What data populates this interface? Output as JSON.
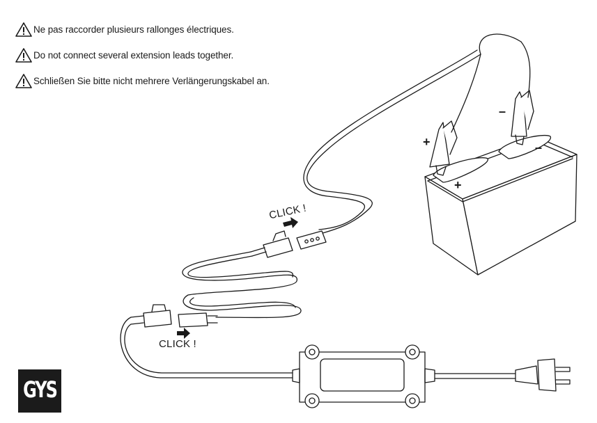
{
  "warnings": [
    {
      "icon": "warning-triangle-icon",
      "text": "Ne pas raccorder plusieurs rallonges électriques."
    },
    {
      "icon": "warning-triangle-icon",
      "text": "Do not connect several extension leads together."
    },
    {
      "icon": "warning-triangle-icon",
      "text": "Schließen Sie bitte nicht mehrere Verlängerungskabel an."
    }
  ],
  "illustration": {
    "click_labels": [
      "CLICK !",
      "CLICK !"
    ],
    "polarity": {
      "plus": "+",
      "minus": "–"
    }
  },
  "logo": {
    "text": "GYS"
  },
  "colors": {
    "line": "#1a1a1a",
    "background": "#ffffff",
    "logo_bg": "#1b1b1b"
  }
}
